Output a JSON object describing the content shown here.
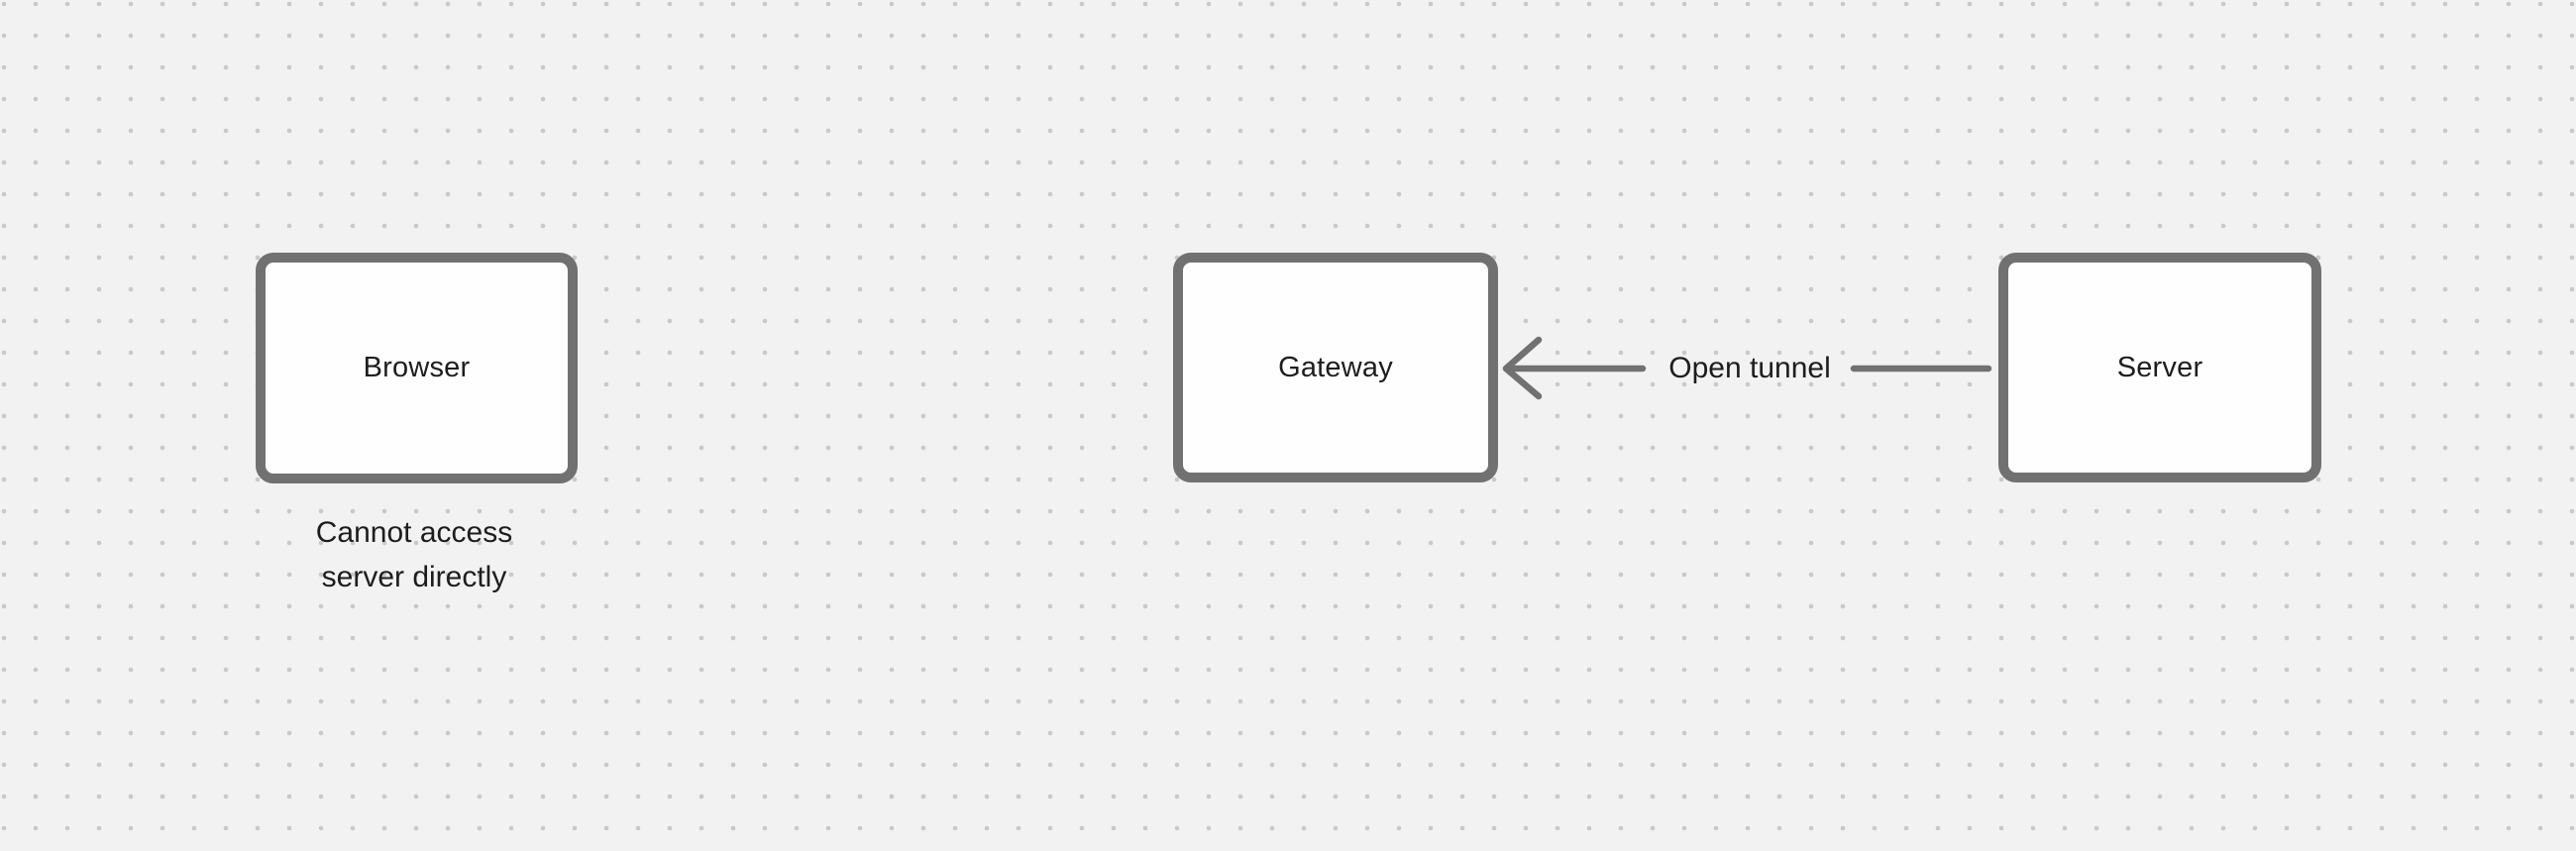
{
  "theme": {
    "canvas_bg": "#f2f2f2",
    "grid_dot": "#c9c9c9",
    "shape_stroke": "#717171",
    "shape_fill": "#fefefe",
    "text": "#1d1d1d"
  },
  "diagram": {
    "nodes": [
      {
        "id": "browser",
        "label": "Browser"
      },
      {
        "id": "gateway",
        "label": "Gateway"
      },
      {
        "id": "server",
        "label": "Server"
      }
    ],
    "edge": {
      "from": "server",
      "to": "gateway",
      "label": "Open tunnel",
      "arrow_direction": "left"
    },
    "annotation": {
      "attached_to": "browser",
      "line1": "Cannot access",
      "line2": "server directly"
    }
  }
}
